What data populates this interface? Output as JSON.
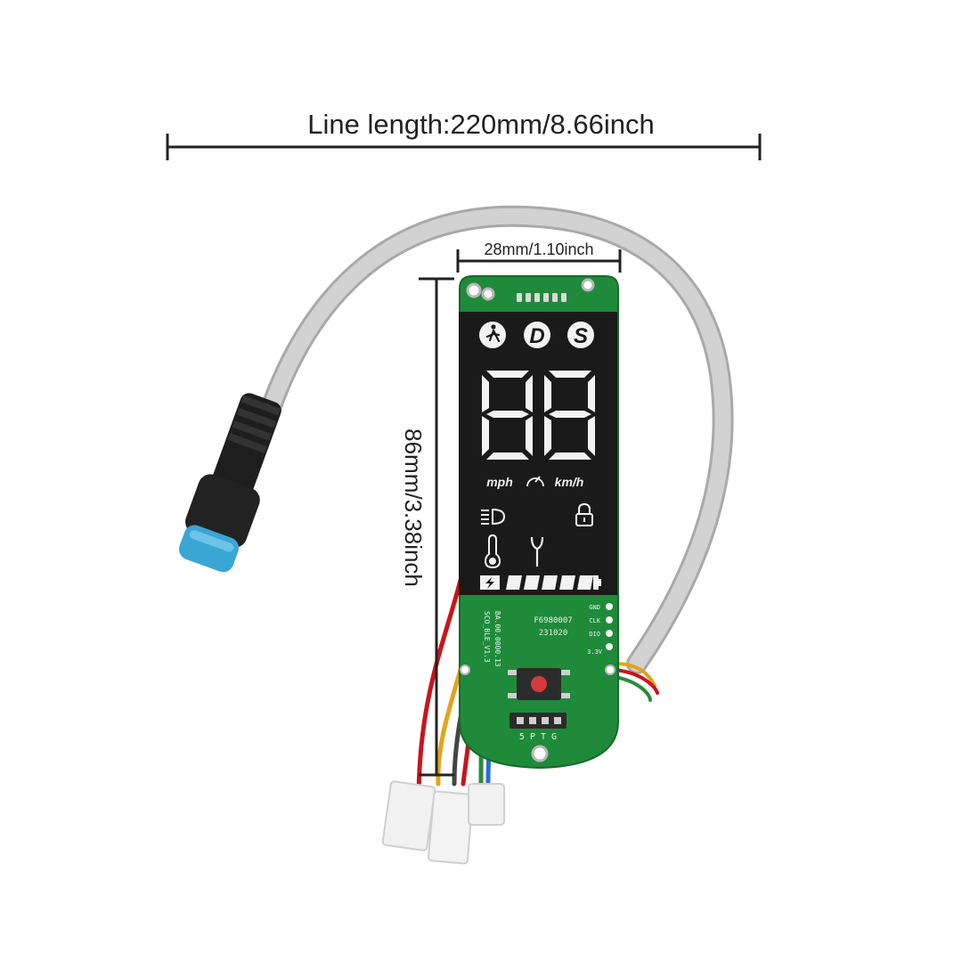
{
  "dimensions": {
    "line_length": "Line length:220mm/8.66inch",
    "width": "28mm/1.10inch",
    "height": "86mm/3.38inch"
  },
  "display": {
    "mode_d": "D",
    "mode_s": "S",
    "speed_digits": "88",
    "unit_mph": "mph",
    "unit_kmh": "km/h",
    "battery_bars": 5
  },
  "pcb": {
    "board_label": "SCO_BLE_V1.3",
    "board_code": "BA.00.0000.13",
    "chip_code": "F6980007",
    "date_code": "231020",
    "pin_gnd": "GND",
    "pin_clk": "CLK",
    "pin_dio": "DIO",
    "pin_33v": "3.3V",
    "header_label": "5 P T G"
  },
  "colors": {
    "pcb_green": "#1f8a3a",
    "lcd_black": "#1a1a1a",
    "cable_gray": "#c9c9c9",
    "connector_blue": "#3aa6d4"
  }
}
